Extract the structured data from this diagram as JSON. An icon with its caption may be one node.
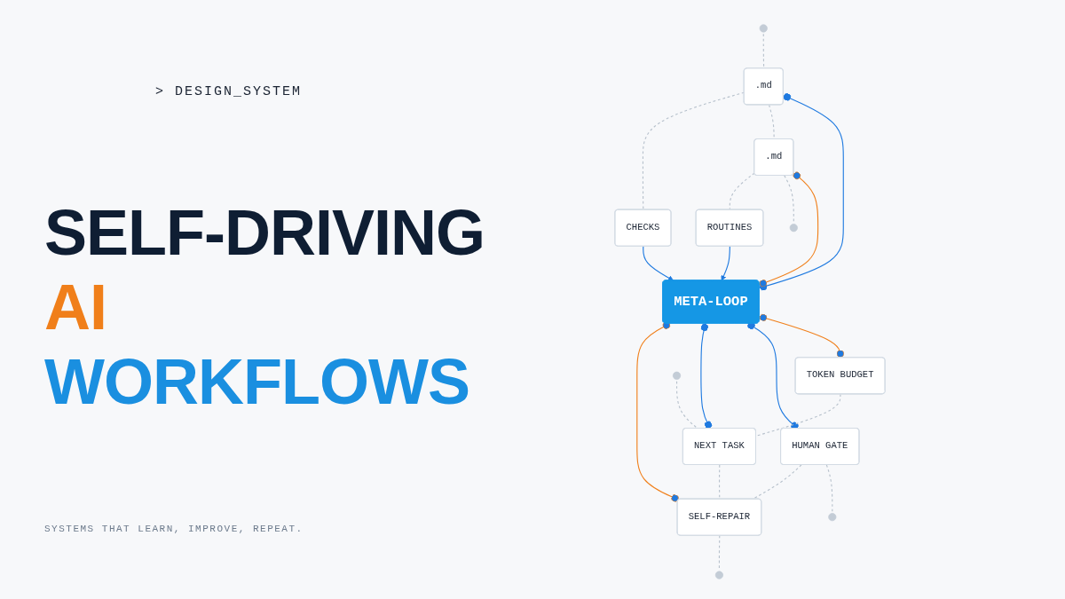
{
  "diagram": {
    "title": "SELF-DRIVING AI WORKFLOWS",
    "caption": "SYSTEMS THAT LEARN, IMPROVE, REPEAT.",
    "nodes": [
      {
        "text": [
          ".md"
        ]
      },
      {
        "text": [
          ".md"
        ]
      },
      {
        "text": [
          "CHECKS"
        ]
      },
      {
        "text": [
          "META-LOOP"
        ]
      },
      {
        "text": [
          "ROUTINES"
        ]
      },
      {
        "text": [
          "TOKEN BUDGET"
        ]
      },
      {
        "text": [
          "HUMAN GATE"
        ]
      },
      {
        "text": [
          "NEXT TASK"
        ]
      },
      {
        "text": [
          "SELF-REPAIR"
        ]
      }
    ],
    "edges": [
      {
        "from": 0,
        "to": 3,
        "arrow": "other",
        "color": "#1f7ae0"
      },
      {
        "from": 1,
        "to": 3,
        "arrow": "other",
        "color": "#f07f1a"
      },
      {
        "from": 2,
        "to": 3,
        "arrow": "to",
        "color": "#1f7ae0"
      },
      {
        "from": 4,
        "to": 3,
        "arrow": "to",
        "color": "#1f7ae0"
      },
      {
        "from": 3,
        "to": 5,
        "arrow": "other",
        "color": "#f07f1a"
      },
      {
        "from": 3,
        "to": 6,
        "arrow": "other",
        "color": "#1f7ae0"
      },
      {
        "from": 3,
        "to": 7,
        "arrow": "other",
        "color": "#1f7ae0"
      },
      {
        "from": 3,
        "to": 8,
        "arrow": "other",
        "color": "#f07f1a"
      },
      {
        "from": null,
        "to": 0,
        "arrow": "none",
        "style": "dashed"
      },
      {
        "from": 0,
        "to": 1,
        "arrow": "none",
        "style": "dashed"
      },
      {
        "from": 1,
        "to": null,
        "arrow": "none",
        "style": "dashed"
      },
      {
        "from": 0,
        "to": 2,
        "arrow": "none",
        "style": "dashed"
      },
      {
        "from": 1,
        "to": 4,
        "arrow": "none",
        "style": "dashed"
      },
      {
        "from": 6,
        "to": null,
        "arrow": "none",
        "style": "dashed"
      },
      {
        "from": 5,
        "to": 7,
        "arrow": "none",
        "style": "dashed"
      },
      {
        "from": 6,
        "to": 8,
        "arrow": "none",
        "style": "dashed"
      },
      {
        "from": null,
        "to": 7,
        "arrow": "none",
        "style": "dashed"
      },
      {
        "from": 7,
        "to": 8,
        "arrow": "none",
        "style": "dashed"
      },
      {
        "from": 8,
        "to": null,
        "arrow": "none",
        "style": "dashed"
      }
    ],
    "labels": [
      "> DESIGN_SYSTEM"
    ]
  }
}
